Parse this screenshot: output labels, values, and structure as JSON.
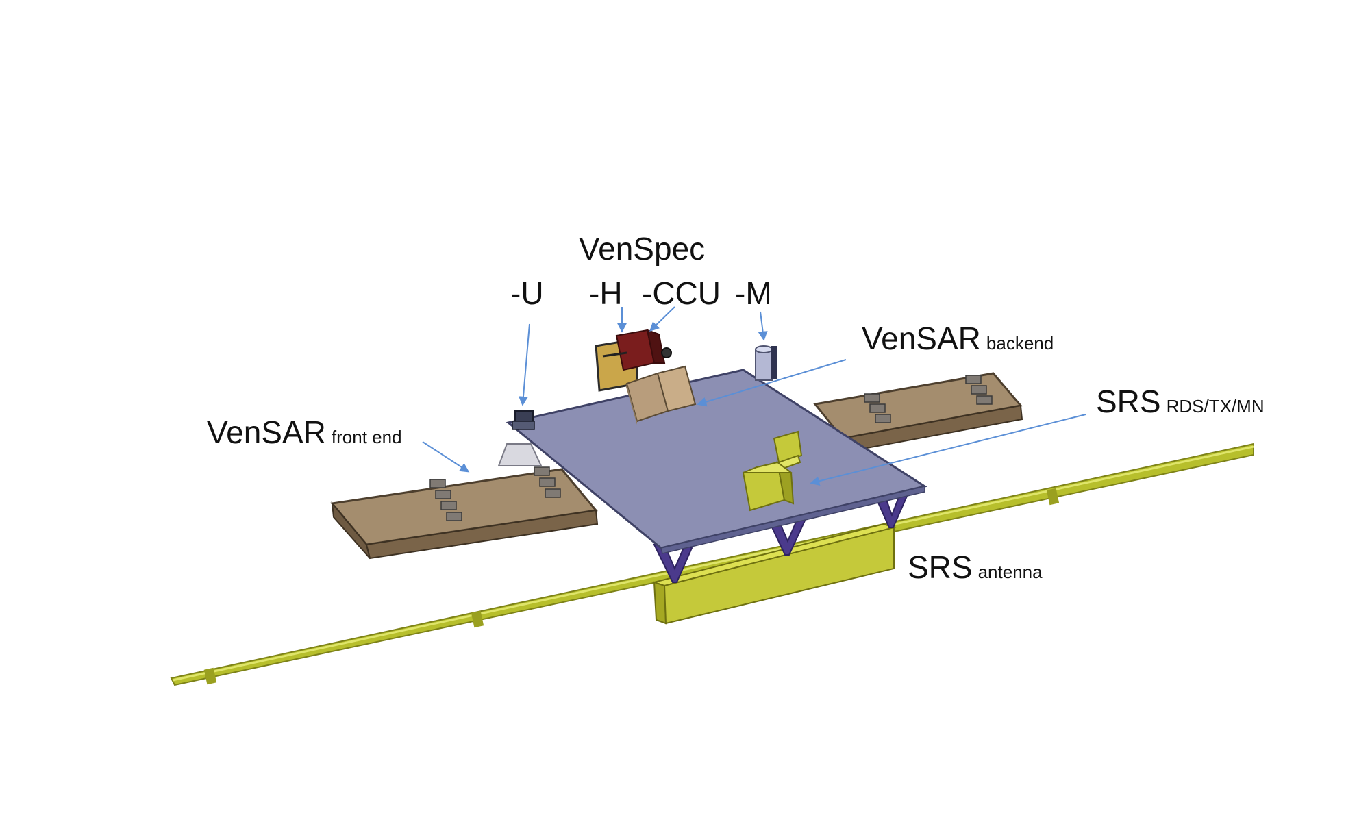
{
  "labels": {
    "venspec": "VenSpec",
    "venspec_u": "-U",
    "venspec_h": "-H",
    "venspec_ccu": "-CCU",
    "venspec_m": "-M",
    "vensar_backend_main": "VenSAR",
    "vensar_backend_sub": "backend",
    "srs_electronics_main": "SRS",
    "srs_electronics_sub": "RDS/TX/MN",
    "vensar_frontend_main": "VenSAR",
    "vensar_frontend_sub": "front end",
    "srs_antenna_main": "SRS",
    "srs_antenna_sub": "antenna"
  },
  "colors": {
    "platform": "#8c8fb3",
    "vensar_panel": "#a48d6e",
    "srs_yellow": "#c5c93a",
    "boom": "#b7bf2c",
    "strut_purple": "#4b3a8c",
    "arrow_blue": "#5b8fd6",
    "venspec_h_red": "#7a1d1d"
  }
}
